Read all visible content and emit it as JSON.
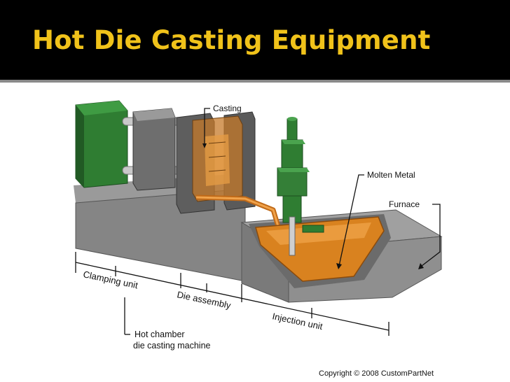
{
  "slide": {
    "title": "Hot Die Casting Equipment"
  },
  "diagram": {
    "labels": {
      "casting": "Casting",
      "molten_metal": "Molten Metal",
      "furnace": "Furnace",
      "clamping_unit": "Clamping unit",
      "die_assembly": "Die assembly",
      "injection_unit": "Injection unit",
      "machine_line1": "Hot chamber",
      "machine_line2": "die casting machine"
    },
    "copyright": "Copyright © 2008 CustomPartNet"
  },
  "colors": {
    "title_bg": "#000000",
    "title_text": "#f0c21a",
    "machine_gray": "#8c8c8c",
    "clamp_green": "#2f7d32",
    "molten_orange": "#d9821f"
  }
}
